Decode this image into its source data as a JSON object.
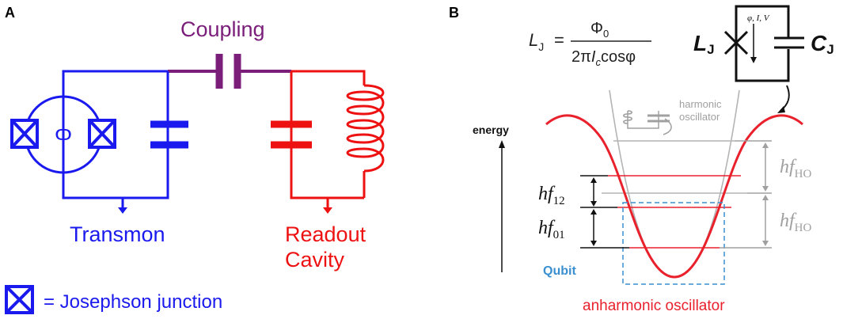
{
  "panel_a": {
    "letter": "A",
    "labels": {
      "coupling": "Coupling",
      "transmon": "Transmon",
      "readout_line1": "Readout",
      "readout_line2": "Cavity",
      "flux_symbol": "Φ"
    },
    "legend": {
      "text": "= Josephson junction"
    },
    "colors": {
      "transmon": "#1a1aee",
      "coupling": "#7a1e7a",
      "readout": "#ee1111"
    }
  },
  "panel_b": {
    "letter": "B",
    "equation": {
      "lhs_main": "L",
      "lhs_sub": "J",
      "equals": "=",
      "numerator_main": "Φ",
      "numerator_sub": "0",
      "denominator_prefix": "2π",
      "denominator_i": "I",
      "denominator_sub": "c",
      "denominator_suffix": "cosφ"
    },
    "circuit_inset": {
      "lj_main": "L",
      "lj_sub": "J",
      "cj_main": "C",
      "cj_sub": "J",
      "params": "φ, I, V"
    },
    "harmonic_label_line1": "harmonic",
    "harmonic_label_line2": "oscillator",
    "energy_label": "energy",
    "hf12": {
      "main": "hf",
      "sub": "12"
    },
    "hf01": {
      "main": "hf",
      "sub": "01"
    },
    "hfho_upper": {
      "main": "hf",
      "sub": "HO"
    },
    "hfho_lower": {
      "main": "hf",
      "sub": "HO"
    },
    "qubit_label": "Qubit",
    "anharmonic_label": "anharmonic oscillator",
    "colors": {
      "anharmonic": "#e8212c",
      "harmonic": "#a0a0a0",
      "qubit": "#3a8fd0",
      "text": "#222222"
    }
  }
}
